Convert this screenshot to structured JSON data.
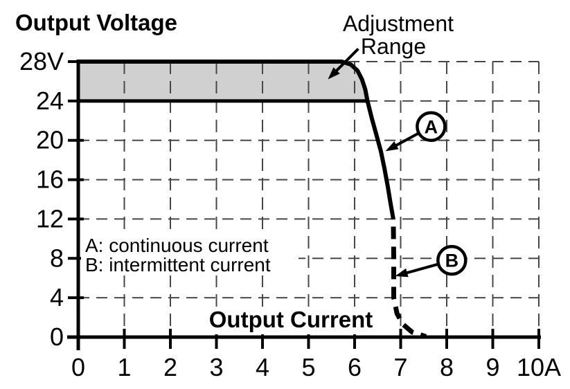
{
  "page": {
    "background": "#ffffff"
  },
  "chart_data": {
    "type": "line",
    "y_axis_title": "Output Voltage",
    "x_axis_title": "Output Current",
    "xlim": [
      0,
      10
    ],
    "ylim": [
      0,
      28
    ],
    "x_ticks": [
      {
        "value": 0,
        "label": "0"
      },
      {
        "value": 1,
        "label": "1"
      },
      {
        "value": 2,
        "label": "2"
      },
      {
        "value": 3,
        "label": "3"
      },
      {
        "value": 4,
        "label": "4"
      },
      {
        "value": 5,
        "label": "5"
      },
      {
        "value": 6,
        "label": "6"
      },
      {
        "value": 7,
        "label": "7"
      },
      {
        "value": 8,
        "label": "8"
      },
      {
        "value": 9,
        "label": "9"
      },
      {
        "value": 10,
        "label": "10A"
      }
    ],
    "y_ticks": [
      {
        "value": 0,
        "label": "0"
      },
      {
        "value": 4,
        "label": "4"
      },
      {
        "value": 8,
        "label": "8"
      },
      {
        "value": 12,
        "label": "12"
      },
      {
        "value": 16,
        "label": "16"
      },
      {
        "value": 20,
        "label": "20"
      },
      {
        "value": 24,
        "label": "24"
      },
      {
        "value": 28,
        "label": "28V"
      }
    ],
    "grid": {
      "style": "dashed",
      "color": "#474747",
      "h_lines_at": [
        4,
        8,
        12,
        16,
        20,
        24,
        28
      ],
      "v_lines_at": [
        1,
        2,
        3,
        4,
        5,
        6,
        7,
        8,
        9,
        10
      ]
    },
    "band": {
      "name": "Adjustment Range",
      "label_line1": "Adjustment",
      "label_line2": "Range",
      "y_from": 24,
      "y_to": 28,
      "fill": "#d0d0d0",
      "border_color": "#000000"
    },
    "series": [
      {
        "name": "A",
        "legend": "A: continuous current",
        "style": "solid",
        "color": "#000000",
        "points": [
          [
            0,
            28
          ],
          [
            5.72,
            28
          ],
          [
            5.92,
            27.7
          ],
          [
            6.06,
            27.1
          ],
          [
            6.16,
            26.2
          ],
          [
            6.23,
            25.2
          ],
          [
            6.28,
            24.0
          ],
          [
            6.37,
            22.3
          ],
          [
            6.47,
            20.6
          ],
          [
            6.57,
            18.9
          ],
          [
            6.65,
            17.1
          ],
          [
            6.72,
            15.3
          ],
          [
            6.78,
            13.6
          ],
          [
            6.84,
            12.0
          ]
        ]
      },
      {
        "name": "B",
        "legend": "B: intermittent current",
        "style": "dashed",
        "color": "#000000",
        "points": [
          [
            6.84,
            12.0
          ],
          [
            6.85,
            8.0
          ],
          [
            6.85,
            4.0
          ],
          [
            6.92,
            2.4
          ],
          [
            7.05,
            1.3
          ],
          [
            7.25,
            0.5
          ],
          [
            7.55,
            0.05
          ]
        ]
      }
    ],
    "annotations": {
      "band_arrow": {
        "from": [
          6.08,
          29.3
        ],
        "to": [
          5.42,
          26.2
        ]
      },
      "marker_a": {
        "label": "A",
        "circle_at": [
          7.66,
          21.4
        ],
        "arrow_to": [
          6.67,
          18.9
        ]
      },
      "marker_b": {
        "label": "B",
        "circle_at": [
          8.11,
          7.8
        ],
        "arrow_to": [
          6.88,
          6.2
        ]
      }
    }
  }
}
